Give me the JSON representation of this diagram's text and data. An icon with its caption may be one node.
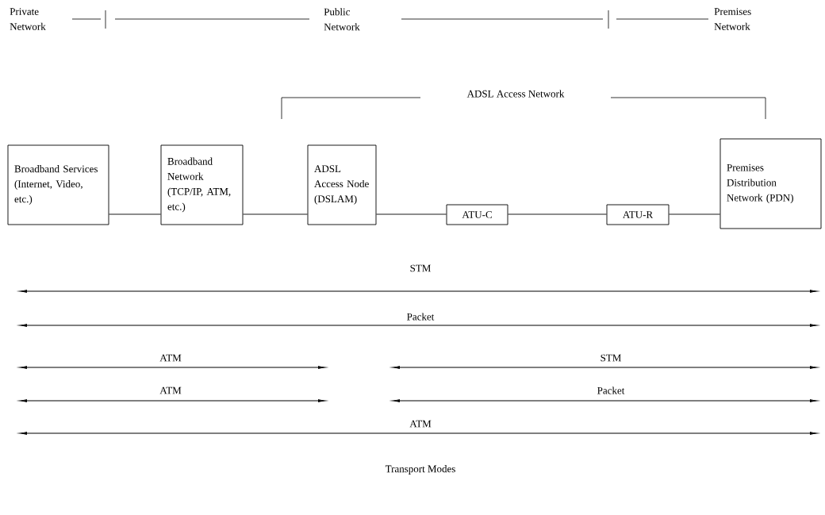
{
  "diagram": {
    "nodes": [
      {
        "text": [
          "Broadband Services (Internet, Video, etc.)"
        ]
      },
      {
        "text": [
          "Broadband Network (TCP/IP, ATM, etc.)"
        ]
      },
      {
        "text": [
          "ADSL Access Node (DSLAM)"
        ]
      },
      {
        "text": [
          "ATU-C"
        ]
      },
      {
        "text": [
          "ATU-R"
        ]
      },
      {
        "text": [
          "Premises Distribution Network (PDN)"
        ]
      }
    ],
    "edges": [
      {
        "from": 0,
        "to": 1,
        "arrow": "none"
      },
      {
        "from": 1,
        "to": 2,
        "arrow": "none"
      },
      {
        "from": 2,
        "to": 3,
        "arrow": "none"
      },
      {
        "from": 3,
        "to": 4,
        "arrow": "none"
      },
      {
        "from": 4,
        "to": 5,
        "arrow": "none"
      }
    ],
    "labels": [
      "Private Network",
      "Public Network",
      "Premises Network",
      "ADSL Access Network",
      "STM",
      "Packet",
      "ATM",
      "STM",
      "ATM",
      "Packet",
      "ATM",
      "Transport Modes"
    ]
  }
}
